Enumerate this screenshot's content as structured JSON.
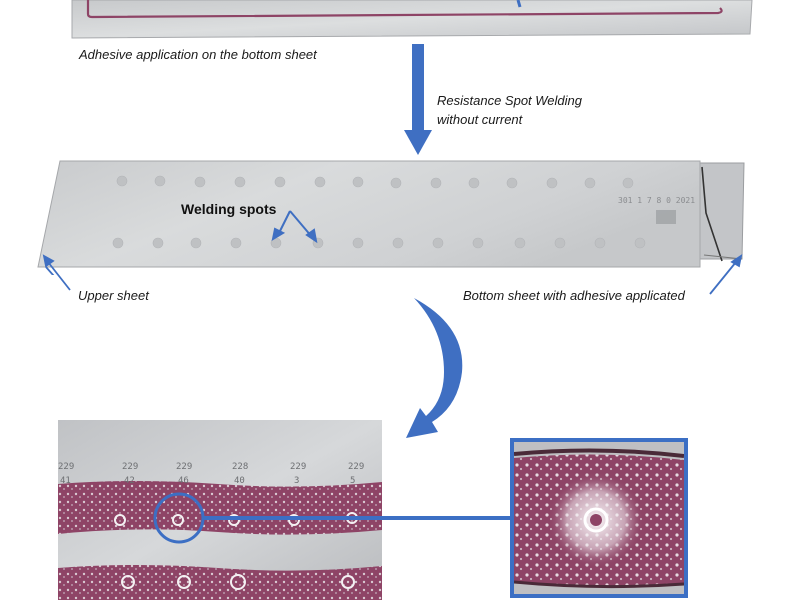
{
  "captions": {
    "adhesive_application": "Adhesive application on the bottom sheet",
    "rsw_line1": "Resistance Spot Welding",
    "rsw_line2": "without current",
    "welding_spots": "Welding spots",
    "upper_sheet": "Upper sheet",
    "bottom_sheet": "Bottom sheet with adhesive applicated"
  },
  "spot_labels": {
    "top": [
      "229",
      "229",
      "229",
      "228",
      "229",
      "229"
    ],
    "bottom": [
      "41",
      "42",
      "46",
      "40",
      "3",
      "5"
    ]
  },
  "colors": {
    "arrow_blue": "#3f6fc2",
    "adhesive": "#8e4466",
    "metal": "#d2d4d6",
    "frame_blue": "#3c6fc4"
  }
}
